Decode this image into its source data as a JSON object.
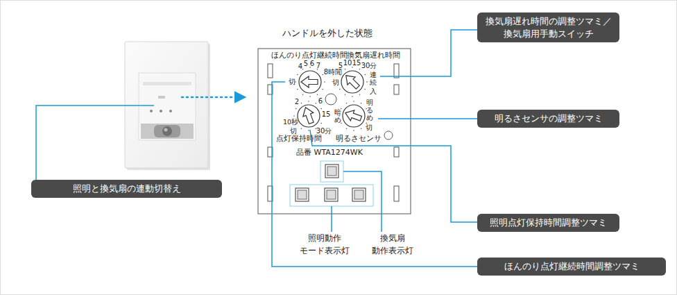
{
  "diagram": {
    "title": "ハンドルを外した状態",
    "nodes": [
      {
        "text": [
          "換気扇遅れ時間の調整ツマミ／ 換気扇用手動スイッチ"
        ]
      },
      {
        "text": [
          "明るさセンサの調整ツマミ"
        ]
      },
      {
        "text": [
          "照明と換気扇の連動切替え"
        ]
      },
      {
        "text": [
          "照明点灯保持時間調整ツマミ"
        ]
      },
      {
        "text": [
          "ほんのり点灯継続時間調整ツマミ"
        ]
      }
    ],
    "labels": [
      "ほんのり点灯継続時間",
      "換気扇遅れ時間",
      "4",
      "5",
      "6",
      "7",
      "8時間",
      "切",
      "5",
      "10",
      "15",
      "30分",
      "切",
      "連続",
      "入",
      "2",
      "6",
      "10秒",
      "切",
      "15",
      "30分",
      "暗め",
      "明るめ",
      "切",
      "点灯保持時間",
      "明るさセンサ",
      "品番 WTA1274WK",
      "照明動作 モード表示灯",
      "換気扇 動作表示灯"
    ]
  }
}
